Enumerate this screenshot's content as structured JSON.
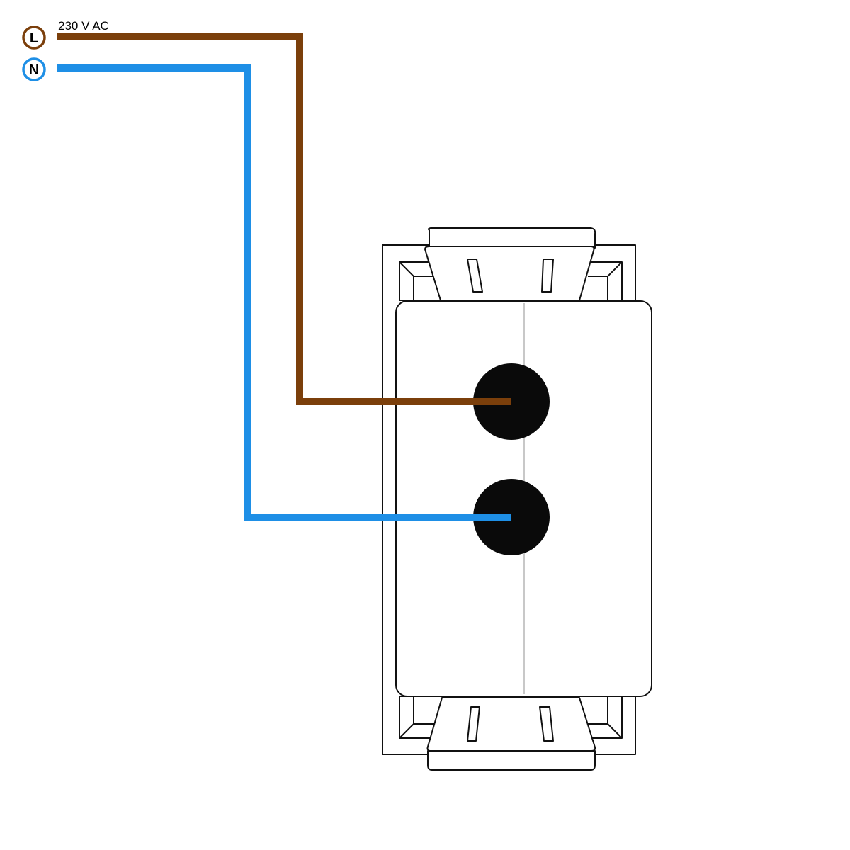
{
  "supply": {
    "voltage_label": "230 V AC"
  },
  "terminals": [
    {
      "id": "live",
      "letter": "L",
      "color": "#7B3F0B"
    },
    {
      "id": "neutral",
      "letter": "N",
      "color": "#1E8FE6"
    }
  ],
  "device": {
    "terminal_count": 2,
    "terminal_color": "#0a0a0a"
  }
}
